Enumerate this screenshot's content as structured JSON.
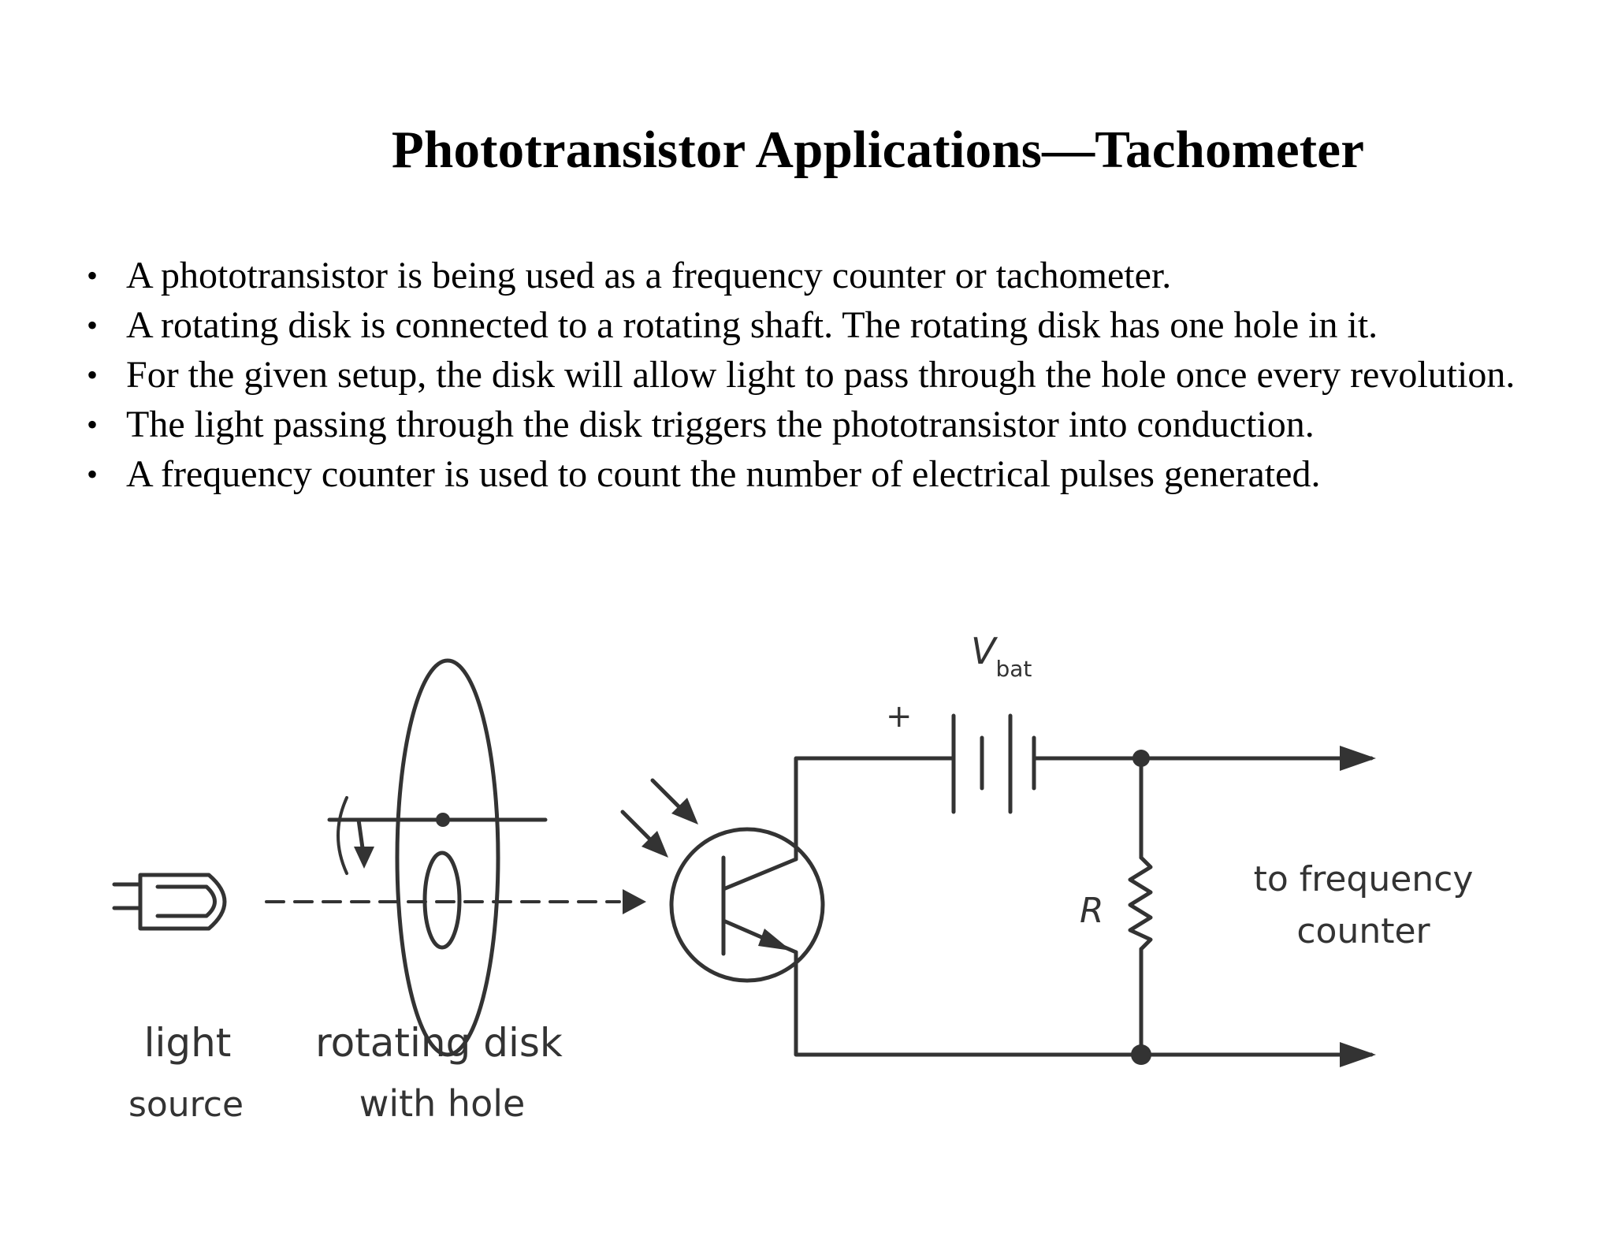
{
  "title": "Phototransistor Applications—Tachometer",
  "bullets": [
    "A phototransistor is being used as a frequency counter or tachometer.",
    "A  rotating disk is connected to a rotating shaft. The rotating disk has one hole in it.",
    "For the given setup, the disk will allow light to pass through the hole once every revolution.",
    "The light passing through the disk triggers the phototransistor into conduction.",
    "A frequency counter is used to count the number of electrical pulses generated."
  ],
  "diagram": {
    "light_label_1": "light",
    "light_label_2": "source",
    "disk_label_1": "rotating disk",
    "disk_label_2": "with hole",
    "vbat_symbol": "V",
    "vbat_subscript": "bat",
    "plus": "+",
    "resistor": "R",
    "output_label_1": "to frequency",
    "output_label_2": "counter",
    "stroke_color": "#333333"
  }
}
